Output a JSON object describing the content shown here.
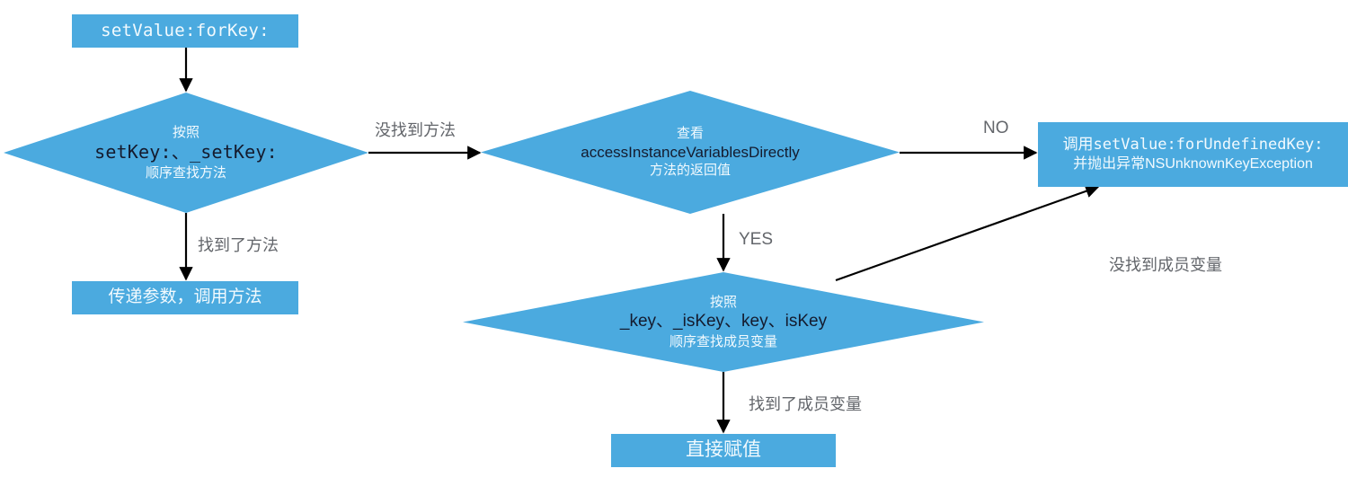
{
  "diagram": {
    "title": "setValue:forKey: KVO setter lookup flowchart",
    "accent_color": "#4BAADF",
    "edge_color": "#000000",
    "label_color": "#63666B",
    "background": "#FFFFFF"
  },
  "nodes": {
    "start": {
      "shape": "box",
      "text": "setValue:forKey:"
    },
    "find_setter": {
      "shape": "diamond",
      "line1": "按照",
      "line2": "setKey:、_setKey:",
      "line3": "顺序查找方法"
    },
    "access_ivars_directly": {
      "shape": "diamond",
      "line1": "查看",
      "line2": "accessInstanceVariablesDirectly",
      "line3": "方法的返回值"
    },
    "exception": {
      "shape": "box",
      "line1": "调用setValue:forUndefinedKey:",
      "line2": "并抛出异常NSUnknownKeyException"
    },
    "invoke_method": {
      "shape": "box",
      "text": "传递参数，调用方法"
    },
    "find_ivar": {
      "shape": "diamond",
      "line1": "按照",
      "line2": "_key、_isKey、key、isKey",
      "line3": "顺序查找成员变量"
    },
    "assign": {
      "shape": "box",
      "text": "直接赋值"
    }
  },
  "edge_labels": {
    "not_found_method": "没找到方法",
    "found_method": "找到了方法",
    "no": "NO",
    "yes": "YES",
    "not_found_ivar": "没找到成员变量",
    "found_ivar": "找到了成员变量"
  }
}
